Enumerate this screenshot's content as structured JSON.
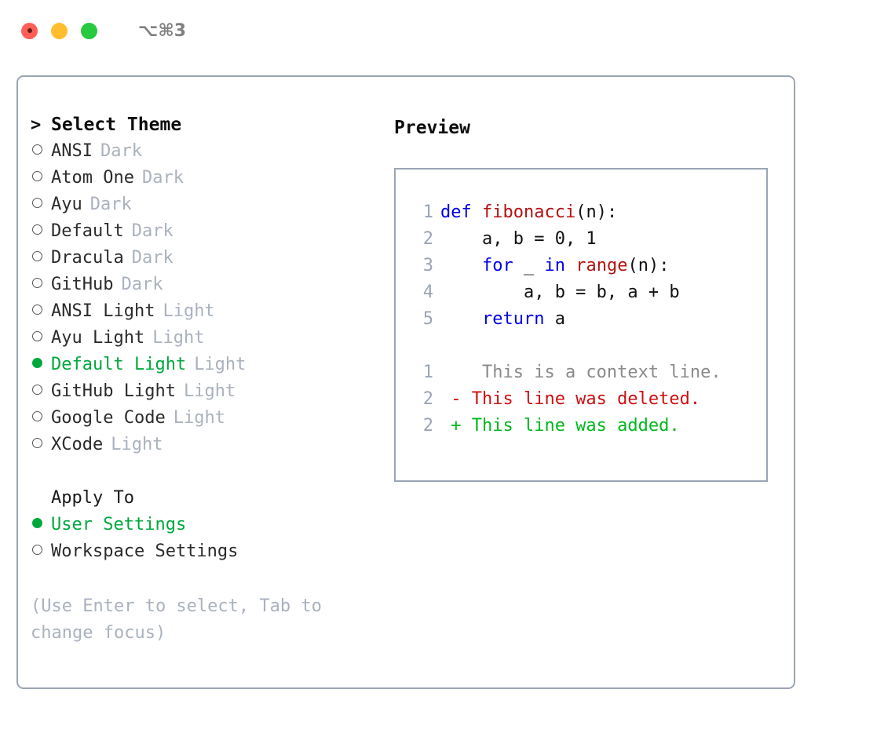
{
  "titlebar": {
    "shortcut": "⌥⌘3",
    "buttons": [
      "close",
      "minimize",
      "maximize"
    ]
  },
  "theme_panel": {
    "header": {
      "prefix": ">",
      "title": "Select Theme"
    },
    "items": [
      {
        "marker": "o",
        "label": "ANSI",
        "tag": "Dark",
        "selected": false
      },
      {
        "marker": "o",
        "label": "Atom One",
        "tag": "Dark",
        "selected": false
      },
      {
        "marker": "o",
        "label": "Ayu",
        "tag": "Dark",
        "selected": false
      },
      {
        "marker": "o",
        "label": "Default",
        "tag": "Dark",
        "selected": false
      },
      {
        "marker": "o",
        "label": "Dracula",
        "tag": "Dark",
        "selected": false
      },
      {
        "marker": "o",
        "label": "GitHub",
        "tag": "Dark",
        "selected": false
      },
      {
        "marker": "o",
        "label": "ANSI Light",
        "tag": "Light",
        "selected": false
      },
      {
        "marker": "o",
        "label": "Ayu Light",
        "tag": "Light",
        "selected": false
      },
      {
        "marker": "●",
        "label": "Default Light",
        "tag": "Light",
        "selected": true
      },
      {
        "marker": "o",
        "label": "GitHub Light",
        "tag": "Light",
        "selected": false
      },
      {
        "marker": "o",
        "label": "Google Code",
        "tag": "Light",
        "selected": false
      },
      {
        "marker": "o",
        "label": "XCode",
        "tag": "Light",
        "selected": false
      }
    ]
  },
  "apply_to": {
    "title": "Apply To",
    "options": [
      {
        "marker": "●",
        "label": "User Settings",
        "selected": true
      },
      {
        "marker": "o",
        "label": "Workspace Settings",
        "selected": false
      }
    ]
  },
  "hint": "(Use Enter to select, Tab to change focus)",
  "preview": {
    "title": "Preview",
    "code_lines": [
      {
        "number": "1",
        "tokens": [
          {
            "text": "def ",
            "kind": "kw"
          },
          {
            "text": "fibonacci",
            "kind": "fn"
          },
          {
            "text": "(n):",
            "kind": "plain"
          }
        ]
      },
      {
        "number": "2",
        "tokens": [
          {
            "text": "    a, b = 0, 1",
            "kind": "plain"
          }
        ]
      },
      {
        "number": "3",
        "tokens": [
          {
            "text": "    ",
            "kind": "plain"
          },
          {
            "text": "for",
            "kind": "kw"
          },
          {
            "text": " _ ",
            "kind": "plain"
          },
          {
            "text": "in",
            "kind": "kw"
          },
          {
            "text": " ",
            "kind": "plain"
          },
          {
            "text": "range",
            "kind": "fn"
          },
          {
            "text": "(n):",
            "kind": "plain"
          }
        ]
      },
      {
        "number": "4",
        "tokens": [
          {
            "text": "        a, b = b, a + b",
            "kind": "plain"
          }
        ]
      },
      {
        "number": "5",
        "tokens": [
          {
            "text": "    ",
            "kind": "plain"
          },
          {
            "text": "return",
            "kind": "kw"
          },
          {
            "text": " a",
            "kind": "plain"
          }
        ]
      }
    ],
    "diff_lines": [
      {
        "number": "1",
        "marker": " ",
        "text": "  This is a context line.",
        "kind": "ctx"
      },
      {
        "number": "2",
        "marker": "-",
        "text": " This line was deleted.",
        "kind": "del"
      },
      {
        "number": "2",
        "marker": "+",
        "text": " This line was added.",
        "kind": "add"
      }
    ]
  },
  "colors": {
    "accent_green": "#00a83c",
    "border": "#9aa5b4",
    "muted": "#aab2be",
    "keyword_blue": "#0000e8",
    "function_red": "#b31212",
    "diff_delete": "#cc1111",
    "diff_add": "#00b81e",
    "traffic_close": "#ff5f56",
    "traffic_min": "#ffbd2e",
    "traffic_max": "#27c93f"
  }
}
